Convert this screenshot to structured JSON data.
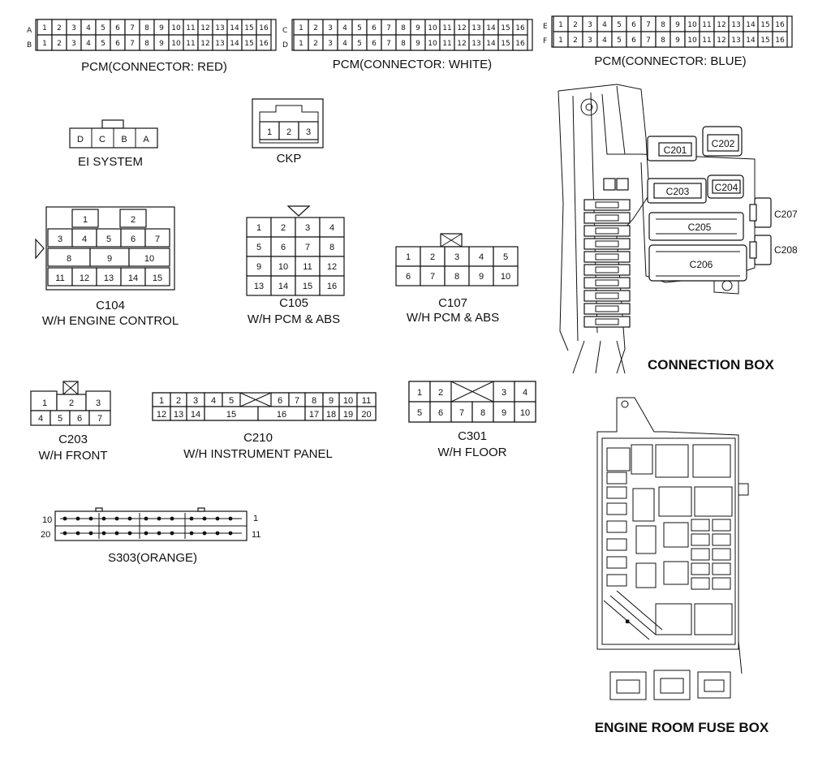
{
  "pcm": [
    {
      "label": "PCM(CONNECTOR: RED)",
      "rows": [
        "A",
        "B"
      ]
    },
    {
      "label": "PCM(CONNECTOR: WHITE)",
      "rows": [
        "C",
        "D"
      ]
    },
    {
      "label": "PCM(CONNECTOR: BLUE)",
      "rows": [
        "E",
        "F"
      ]
    }
  ],
  "pcm_pins": [
    "1",
    "2",
    "3",
    "4",
    "5",
    "6",
    "7",
    "8",
    "9",
    "10",
    "11",
    "12",
    "13",
    "14",
    "15",
    "16"
  ],
  "ei": {
    "label": "EI SYSTEM",
    "pins": [
      "D",
      "C",
      "B",
      "A"
    ]
  },
  "ckp": {
    "label": "CKP",
    "pins": [
      "1",
      "2",
      "3"
    ]
  },
  "c104": {
    "code": "C104",
    "label": "W/H ENGINE CONTROL",
    "pins": [
      "1",
      "2",
      "3",
      "4",
      "5",
      "6",
      "7",
      "8",
      "9",
      "10",
      "11",
      "12",
      "13",
      "14",
      "15"
    ]
  },
  "c105": {
    "code": "C105",
    "label": "W/H PCM & ABS",
    "pins": [
      "1",
      "2",
      "3",
      "4",
      "5",
      "6",
      "7",
      "8",
      "9",
      "10",
      "11",
      "12",
      "13",
      "14",
      "15",
      "16"
    ]
  },
  "c107": {
    "code": "C107",
    "label": "W/H PCM & ABS",
    "pins": [
      "1",
      "2",
      "3",
      "4",
      "5",
      "6",
      "7",
      "8",
      "9",
      "10"
    ]
  },
  "c203": {
    "code": "C203",
    "label": "W/H FRONT",
    "pins": [
      "1",
      "2",
      "3",
      "4",
      "5",
      "6",
      "7"
    ]
  },
  "c210": {
    "code": "C210",
    "label": "W/H INSTRUMENT PANEL",
    "top": [
      "1",
      "2",
      "3",
      "4",
      "5",
      "6",
      "7",
      "8",
      "9",
      "10",
      "11"
    ],
    "bottom": [
      "12",
      "13",
      "14",
      "15",
      "16",
      "17",
      "18",
      "19",
      "20"
    ]
  },
  "c301": {
    "code": "C301",
    "label": "W/H FLOOR",
    "pins": [
      "1",
      "2",
      "3",
      "4",
      "5",
      "6",
      "7",
      "8",
      "9",
      "10"
    ]
  },
  "s303": {
    "label": "S303(ORANGE)",
    "left_top": "10",
    "left_bottom": "20",
    "right_top": "1",
    "right_bottom": "11"
  },
  "connection_box": {
    "label": "CONNECTION BOX",
    "connectors": [
      "C201",
      "C202",
      "C203",
      "C204",
      "C205",
      "C206",
      "C207",
      "C208"
    ]
  },
  "fuse_box": {
    "label": "ENGINE ROOM FUSE BOX"
  }
}
